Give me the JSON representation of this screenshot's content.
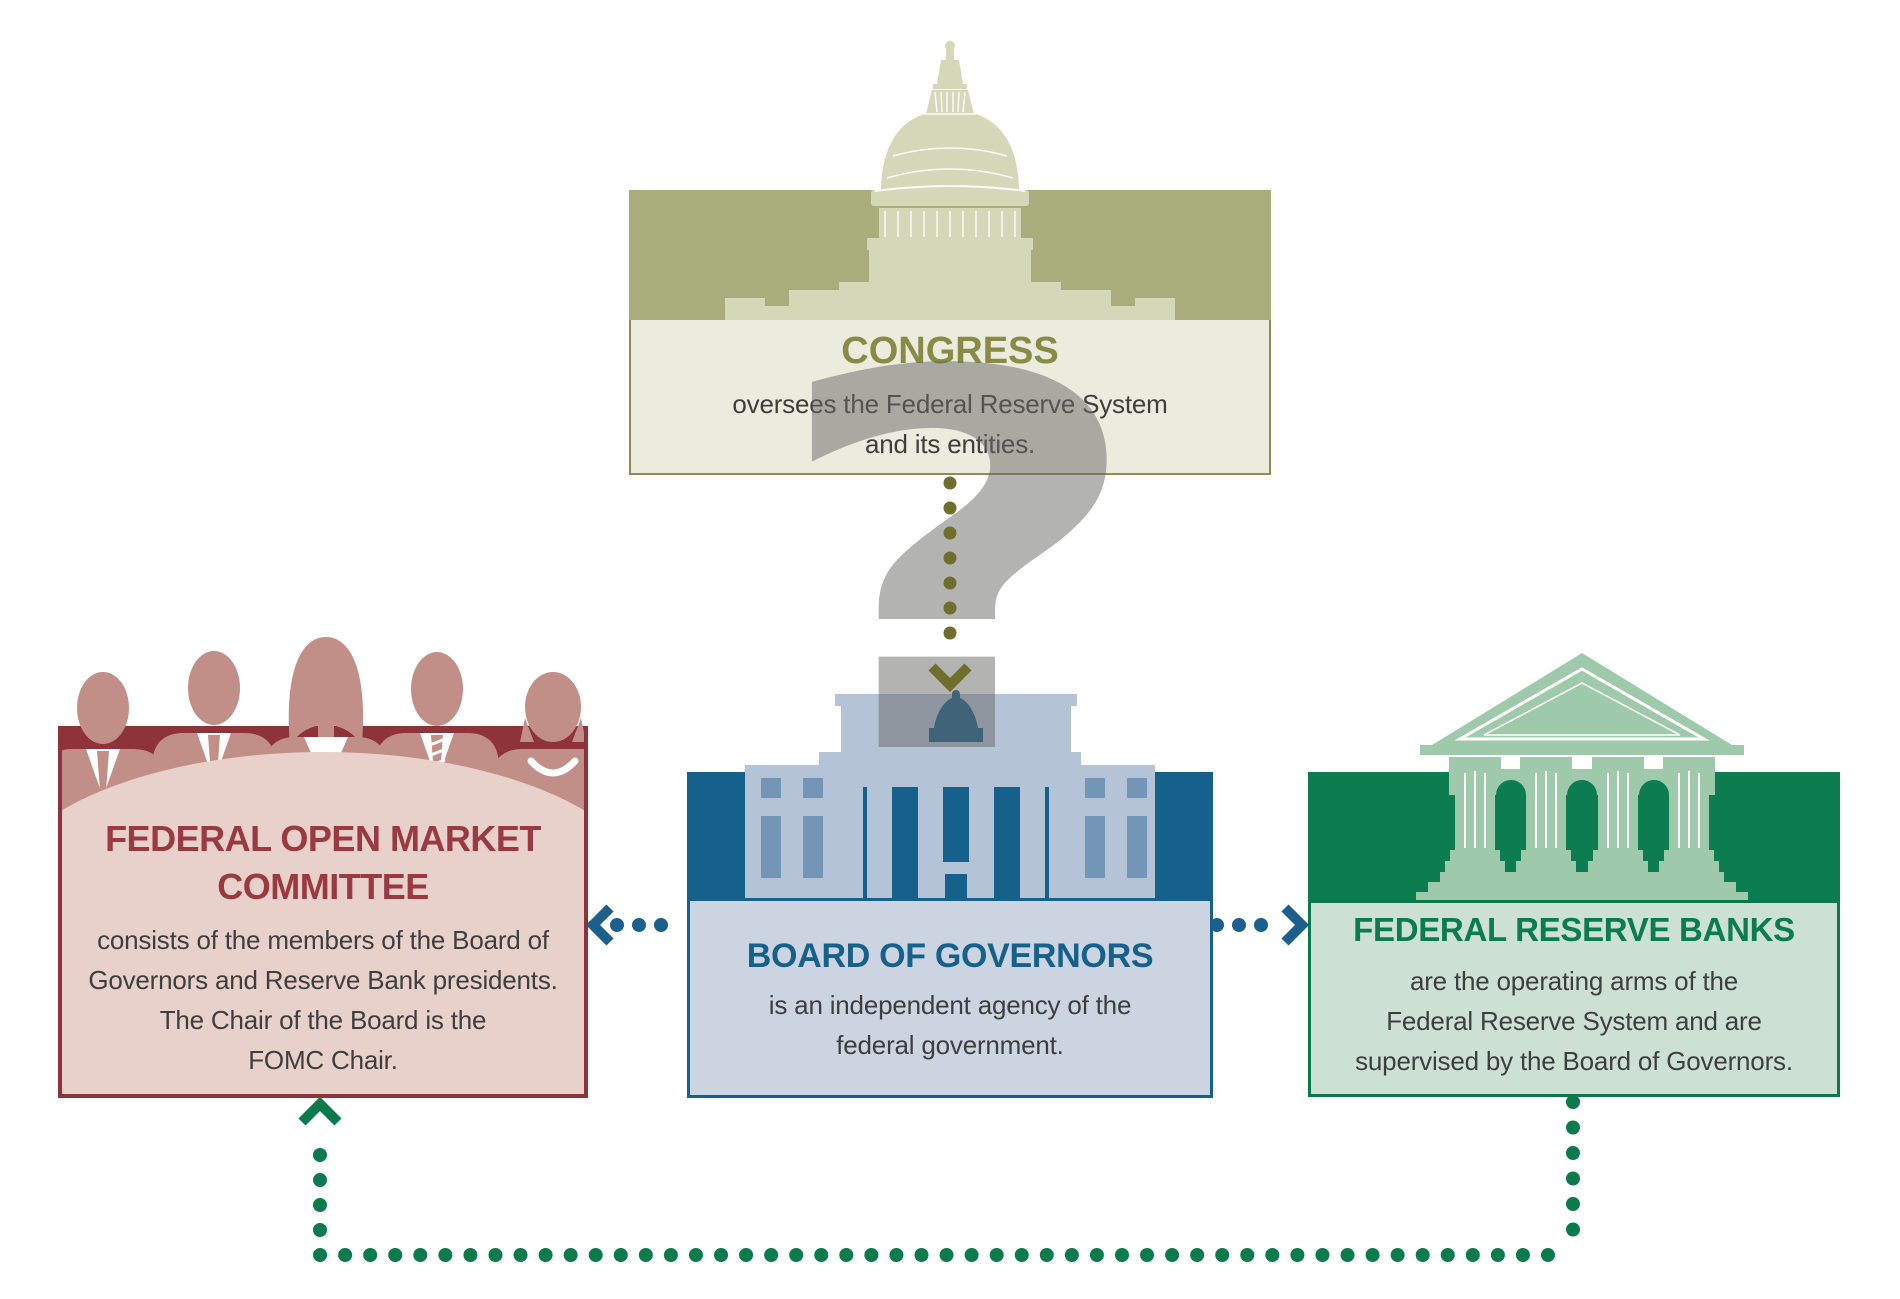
{
  "congress": {
    "title": "CONGRESS",
    "body_lines": [
      "oversees the Federal Reserve System",
      "and its entities."
    ]
  },
  "fomc": {
    "title_lines": [
      "FEDERAL OPEN MARKET",
      "COMMITTEE"
    ],
    "body_lines": [
      "consists of the members of the Board of",
      "Governors and Reserve Bank presidents.",
      "The Chair of the Board is the",
      "FOMC Chair."
    ]
  },
  "board_of_governors": {
    "title": "BOARD OF GOVERNORS",
    "body_lines": [
      "is an independent agency of the",
      "federal government."
    ]
  },
  "federal_reserve_banks": {
    "title": "FEDERAL RESERVE BANKS",
    "body_lines": [
      "are the operating arms of the",
      "Federal Reserve System and are",
      "supervised by the Board of Governors."
    ]
  },
  "overlay": {
    "question_mark": "?"
  },
  "colors": {
    "congress_band": "#a9ad7c",
    "congress_accent": "#8a8a47",
    "fomc_accent": "#9a3940",
    "fomc_maroon": "#8e3339",
    "bog_accent": "#16618c",
    "frb_accent": "#0a7c4f",
    "frb_band": "#0b7d50",
    "connector_olive": "#6f6e2c",
    "connector_blue": "#1b5f8c",
    "connector_green": "#0b7b4d",
    "question_mark_gray": "#686866"
  }
}
